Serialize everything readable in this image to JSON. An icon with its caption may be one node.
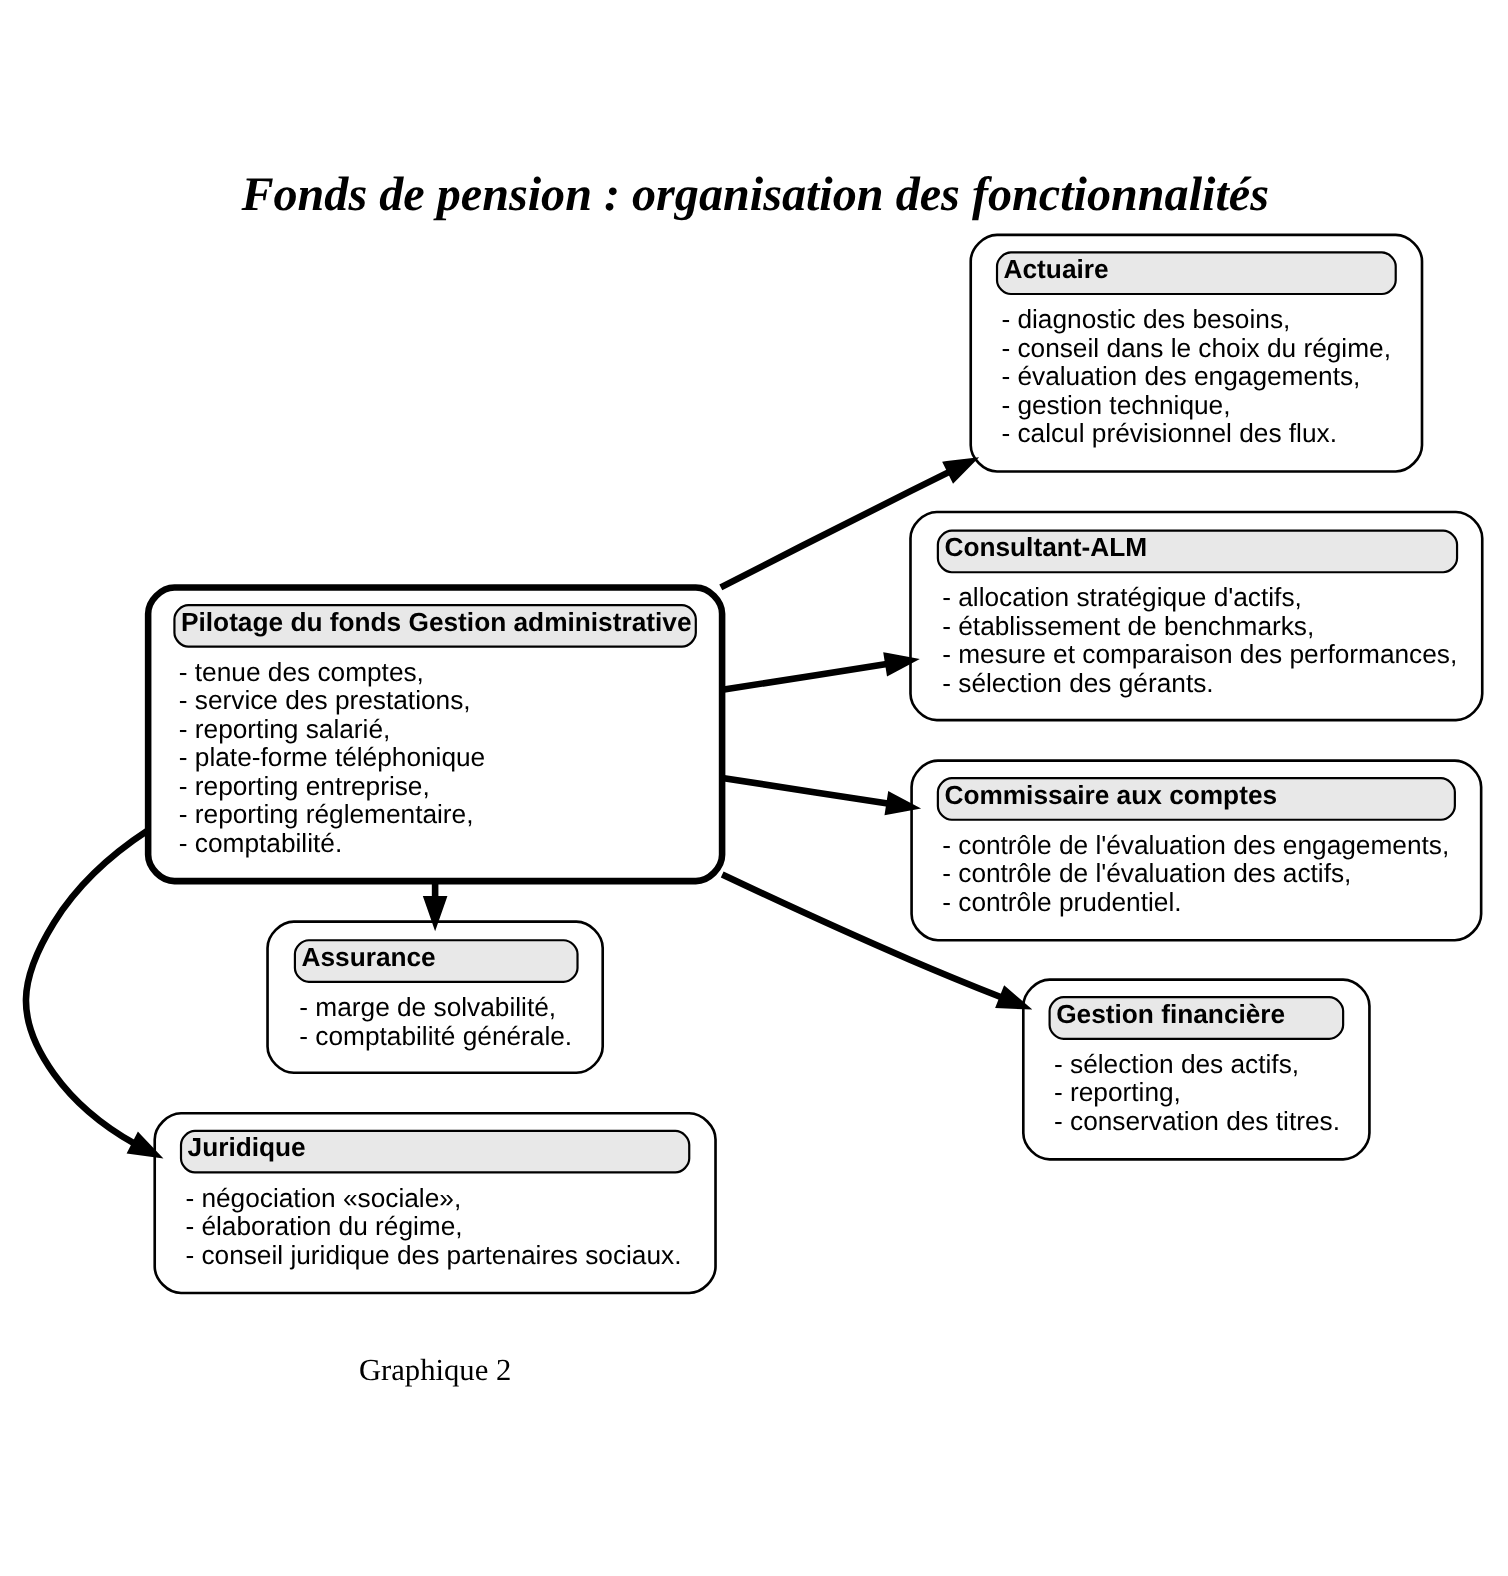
{
  "diagram": {
    "title": "Fonds de pension : organisation des fonctionnalités",
    "nodes": [
      {
        "text": [
          "Juridique",
          "- négociation «sociale», - élaboration du régime, - conseil juridique des partenaires sociaux."
        ]
      },
      {
        "text": [
          "Actuaire",
          "- diagnostic des besoins, - conseil dans le choix du régime, - évaluation des engagements, - gestion technique, - calcul prévisionnel des flux."
        ]
      },
      {
        "text": [
          "Pilotage du fonds Gestion administrative",
          "- tenue des comptes, - service des prestations, - reporting salarié, - plate-forme téléphonique - reporting entreprise, - reporting réglementaire, - comptabilité."
        ]
      },
      {
        "text": [
          "Consultant-ALM",
          "- allocation stratégique d'actifs, - établissement de benchmarks, - mesure et comparaison des performances, - sélection des gérants."
        ]
      },
      {
        "text": [
          "Commissaire aux comptes",
          "- contrôle de l'évaluation des engagements, - contrôle de l'évaluation des actifs, - contrôle prudentiel."
        ]
      },
      {
        "text": [
          "Assurance",
          "- marge de solvabilité, - comptabilité générale."
        ]
      },
      {
        "text": [
          "Gestion financière",
          "- sélection des actifs, - reporting, - conservation des titres."
        ]
      }
    ],
    "edges": [
      {
        "from": 2,
        "to": 0,
        "arrow": "to"
      },
      {
        "from": 2,
        "to": 1,
        "arrow": "to"
      },
      {
        "from": 2,
        "to": 3,
        "arrow": "to"
      },
      {
        "from": 2,
        "to": 4,
        "arrow": "to"
      },
      {
        "from": 2,
        "to": 6,
        "arrow": "to"
      },
      {
        "from": 2,
        "to": 5,
        "arrow": "to"
      }
    ],
    "labels": [
      "Graphique 2"
    ]
  }
}
